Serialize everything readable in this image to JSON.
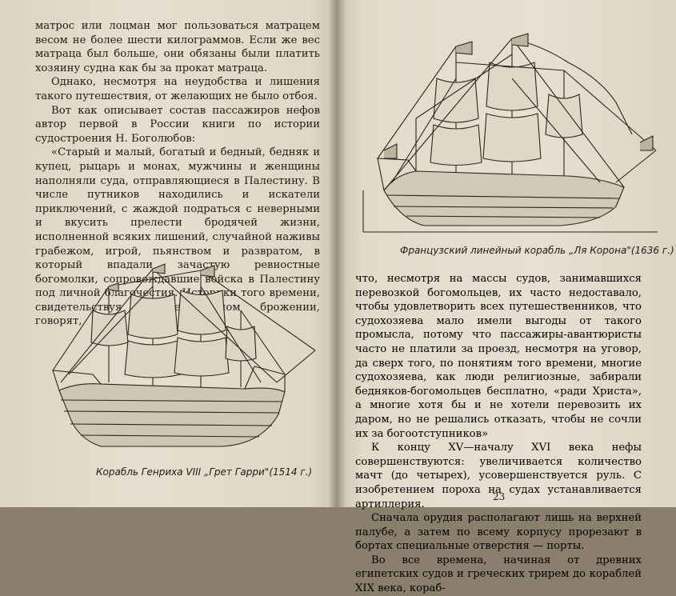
{
  "left_page": {
    "paragraphs": [
      "матрос или лоцман мог пользоваться матрацем весом не более шести килограммов. Если же вес матраца был больше, они обязаны были платить хозяину судна как бы за прокат матраца.",
      "Однако, несмотря на неудобства и лишения такого путешествия, от желающих не было отбоя.",
      "Вот как описывает состав пассажиров нефов автор первой в России книги по истории судостроения Н. Боголюбов:",
      "«Старый и малый, богатый и бедный, бедняк и купец, рыцарь и монах, мужчины и женщины наполняли суда, отправляющиеся в Палестину. В числе путников находились и искатели приключений, с жаждой подраться с неверными и вкусить прелести бродячей жизни, исполненной всяких лишений, случайной наживы грабежом, игрой, пьянством и развратом, в который впадали зачастую ревностные богомолки, сопровождавшие войска в Палестину под личной благочестия. Историки того времени, свидетельствуя о религиозном брожении, говорят,"
    ],
    "figure_caption": "Корабль Генриха VIII „Грет Гарри\"(1514 г.)"
  },
  "right_page": {
    "figure_caption": "Французский линейный корабль „Ля Корона\"(1636 г.)",
    "paragraphs": [
      "что, несмотря на массы судов, занимавшихся перевозкой богомольцев, их часто недоставало, чтобы удовлетворить всех путешественников, что судохозяева мало имели выгоды от такого промысла, потому что пассажиры-авантюристы часто не платили за проезд, несмотря на уговор, да сверх того, по понятиям того времени, многие судохозяева, как люди религиозные, забирали бедняков-богомольцев бесплатно, «ради Христа», а многие хотя бы и не хотели перевозить их даром, но не решались отказать, чтобы не сочли их за богоотступников»",
      "К концу XV—началу XVI века нефы совершенствуются: увеличивается количество мачт (до четырех), усовершенствуется руль. С изобретением пороха на судах устанавливается артиллерия.",
      "Сначала орудия располагают лишь на верхней палубе, а затем по всему корпусу прорезают в бортах специальные отверстия — порты.",
      "Во все времена, начиная от древних египетских судов и греческих трирем до кораблей XIX века, кораб-"
    ],
    "page_number": "23"
  }
}
